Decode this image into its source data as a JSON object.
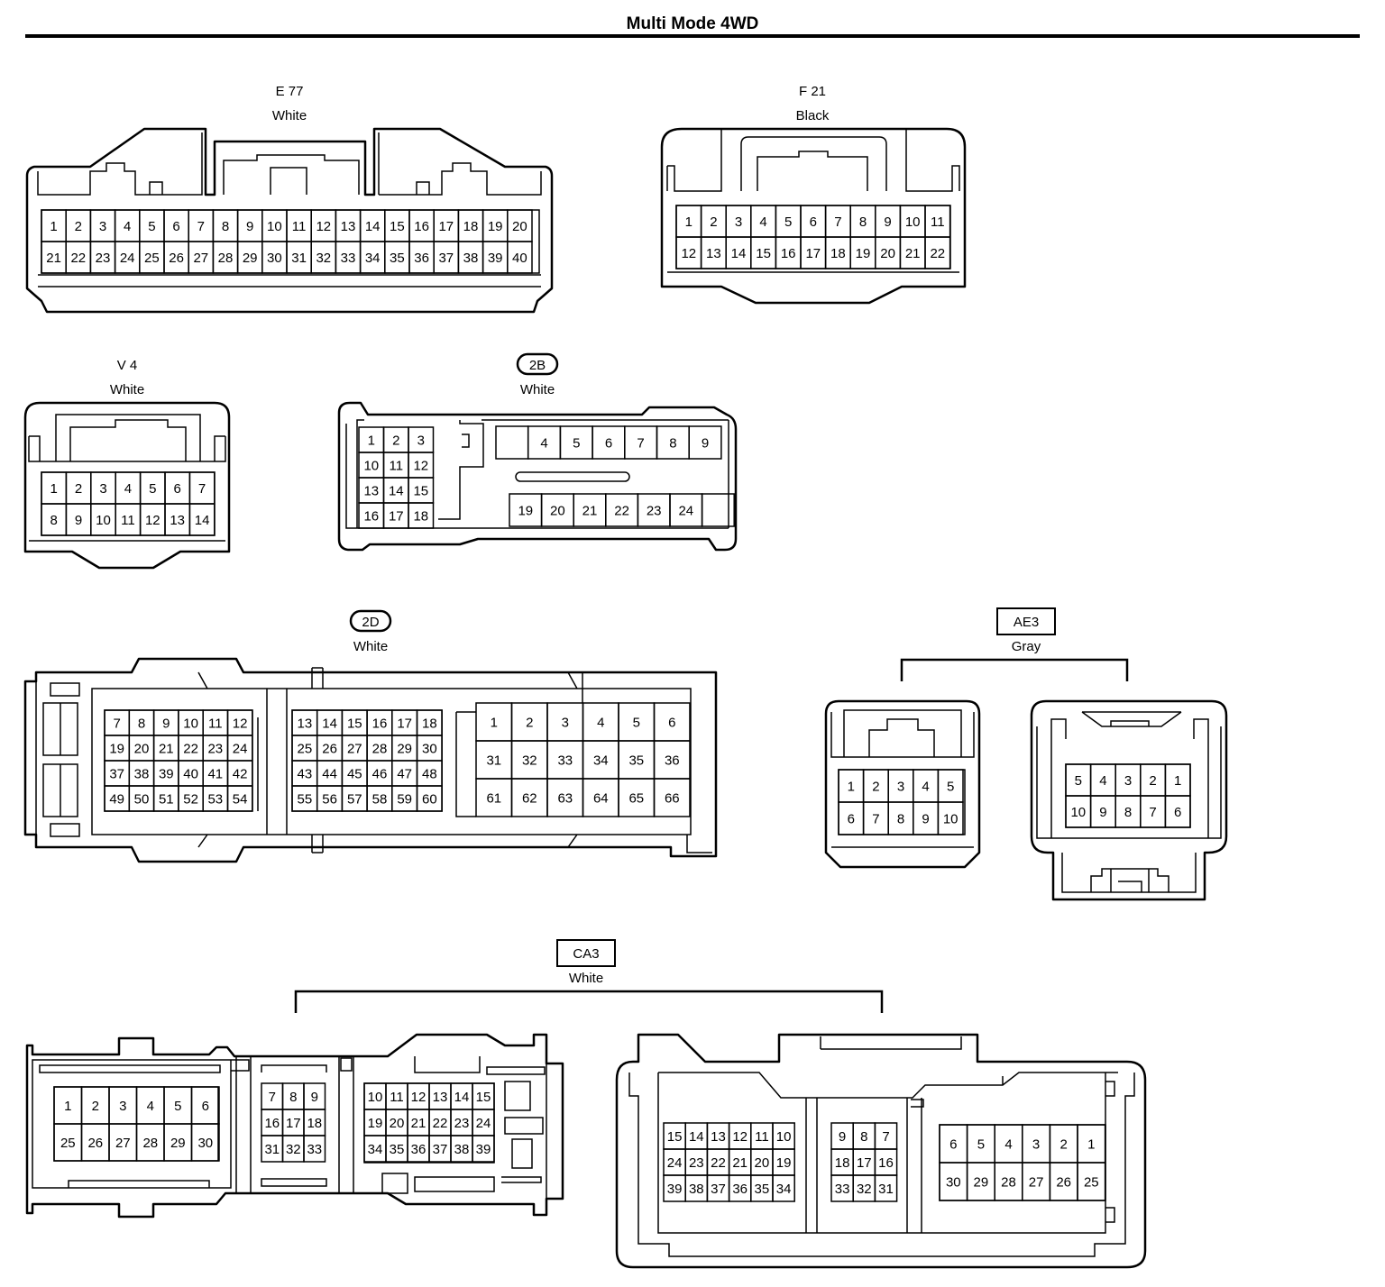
{
  "title": "Multi Mode 4WD",
  "connectors": {
    "e77": {
      "code": "E 77",
      "color": "White",
      "rows": [
        [
          "1",
          "2",
          "3",
          "4",
          "5",
          "6",
          "7",
          "8",
          "9",
          "10",
          "11",
          "12",
          "13",
          "14",
          "15",
          "16",
          "17",
          "18",
          "19",
          "20"
        ],
        [
          "21",
          "22",
          "23",
          "24",
          "25",
          "26",
          "27",
          "28",
          "29",
          "30",
          "31",
          "32",
          "33",
          "34",
          "35",
          "36",
          "37",
          "38",
          "39",
          "40"
        ]
      ]
    },
    "f21": {
      "code": "F 21",
      "color": "Black",
      "rows": [
        [
          "1",
          "2",
          "3",
          "4",
          "5",
          "6",
          "7",
          "8",
          "9",
          "10",
          "11"
        ],
        [
          "12",
          "13",
          "14",
          "15",
          "16",
          "17",
          "18",
          "19",
          "20",
          "21",
          "22"
        ]
      ]
    },
    "v4": {
      "code": "V 4",
      "color": "White",
      "rows": [
        [
          "1",
          "2",
          "3",
          "4",
          "5",
          "6",
          "7"
        ],
        [
          "8",
          "9",
          "10",
          "11",
          "12",
          "13",
          "14"
        ]
      ]
    },
    "c2b": {
      "code": "2B",
      "color": "White",
      "left_rows": [
        [
          "1",
          "2",
          "3"
        ],
        [
          "10",
          "11",
          "12"
        ],
        [
          "13",
          "14",
          "15"
        ],
        [
          "16",
          "17",
          "18"
        ]
      ],
      "top_row": [
        "",
        "4",
        "5",
        "6",
        "7",
        "8",
        "9"
      ],
      "bottom_row": [
        "19",
        "20",
        "21",
        "22",
        "23",
        "24",
        ""
      ]
    },
    "c2d": {
      "code": "2D",
      "color": "White",
      "block1": [
        [
          "7",
          "8",
          "9",
          "10",
          "11",
          "12"
        ],
        [
          "19",
          "20",
          "21",
          "22",
          "23",
          "24"
        ],
        [
          "37",
          "38",
          "39",
          "40",
          "41",
          "42"
        ],
        [
          "49",
          "50",
          "51",
          "52",
          "53",
          "54"
        ]
      ],
      "block2": [
        [
          "13",
          "14",
          "15",
          "16",
          "17",
          "18"
        ],
        [
          "25",
          "26",
          "27",
          "28",
          "29",
          "30"
        ],
        [
          "43",
          "44",
          "45",
          "46",
          "47",
          "48"
        ],
        [
          "55",
          "56",
          "57",
          "58",
          "59",
          "60"
        ]
      ],
      "block3": [
        [
          "1",
          "2",
          "3",
          "4",
          "5",
          "6"
        ],
        [
          "31",
          "32",
          "33",
          "34",
          "35",
          "36"
        ],
        [
          "61",
          "62",
          "63",
          "64",
          "65",
          "66"
        ]
      ]
    },
    "ae3": {
      "code": "AE3",
      "color": "Gray",
      "left": [
        [
          "1",
          "2",
          "3",
          "4",
          "5"
        ],
        [
          "6",
          "7",
          "8",
          "9",
          "10"
        ]
      ],
      "right": [
        [
          "5",
          "4",
          "3",
          "2",
          "1"
        ],
        [
          "10",
          "9",
          "8",
          "7",
          "6"
        ]
      ]
    },
    "ca3": {
      "code": "CA3",
      "color": "White",
      "l1": [
        [
          "1",
          "2",
          "3",
          "4",
          "5",
          "6"
        ],
        [
          "25",
          "26",
          "27",
          "28",
          "29",
          "30"
        ]
      ],
      "l2": [
        [
          "7",
          "8",
          "9"
        ],
        [
          "16",
          "17",
          "18"
        ],
        [
          "31",
          "32",
          "33"
        ]
      ],
      "l3": [
        [
          "10",
          "11",
          "12",
          "13",
          "14",
          "15"
        ],
        [
          "19",
          "20",
          "21",
          "22",
          "23",
          "24"
        ],
        [
          "34",
          "35",
          "36",
          "37",
          "38",
          "39"
        ]
      ],
      "r1": [
        [
          "15",
          "14",
          "13",
          "12",
          "11",
          "10"
        ],
        [
          "24",
          "23",
          "22",
          "21",
          "20",
          "19"
        ],
        [
          "39",
          "38",
          "37",
          "36",
          "35",
          "34"
        ]
      ],
      "r2": [
        [
          "9",
          "8",
          "7"
        ],
        [
          "18",
          "17",
          "16"
        ],
        [
          "33",
          "32",
          "31"
        ]
      ],
      "r3": [
        [
          "6",
          "5",
          "4",
          "3",
          "2",
          "1"
        ],
        [
          "30",
          "29",
          "28",
          "27",
          "26",
          "25"
        ]
      ]
    }
  }
}
